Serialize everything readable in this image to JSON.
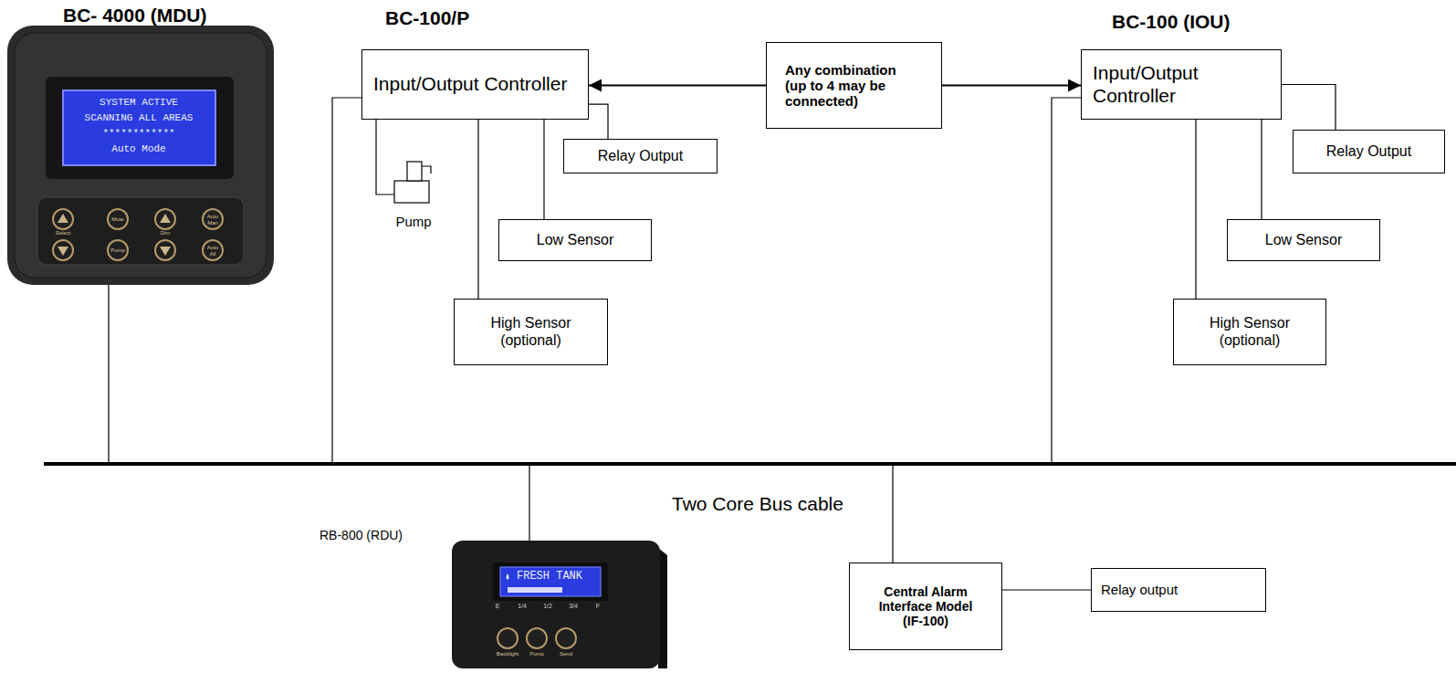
{
  "diagram": {
    "nodes": [
      {
        "text": [
          "Input/Output Controller"
        ]
      },
      {
        "text": [
          "Relay Output"
        ]
      },
      {
        "text": [
          "Low Sensor"
        ]
      },
      {
        "text": [
          "High Sensor (optional)"
        ]
      },
      {
        "text": [
          "Any combination (up to 4 may be connected)"
        ]
      },
      {
        "text": [
          "Input/Output Controller"
        ]
      },
      {
        "text": [
          "Relay Output"
        ]
      },
      {
        "text": [
          "Low Sensor"
        ]
      },
      {
        "text": [
          "High Sensor (optional)"
        ]
      },
      {
        "text": [
          "Central Alarm Interface Model (IF-100)"
        ]
      },
      {
        "text": [
          "Relay output"
        ]
      }
    ],
    "edges": [
      {
        "from": 0,
        "to": 1,
        "arrow": "none"
      },
      {
        "from": 0,
        "to": 2,
        "arrow": "none"
      },
      {
        "from": 0,
        "to": 3,
        "arrow": "none"
      },
      {
        "from": 4,
        "to": 0,
        "arrow": "to"
      },
      {
        "from": 4,
        "to": 5,
        "arrow": "to"
      },
      {
        "from": 5,
        "to": 6,
        "arrow": "none"
      },
      {
        "from": 5,
        "to": 7,
        "arrow": "none"
      },
      {
        "from": 5,
        "to": 8,
        "arrow": "none"
      },
      {
        "from": 9,
        "to": 10,
        "arrow": "none"
      }
    ],
    "labels": [
      "BC- 4000 (MDU)",
      "BC-100/P",
      "BC-100 (IOU)",
      "SYSTEM ACTIVE",
      "SCANNING ALL AREAS",
      "************",
      "Auto Mode",
      "Select",
      "Mute",
      "Dim",
      "Auto Man",
      "Pump",
      "Auto All",
      "Pump",
      "Two Core Bus cable",
      "RB-800 (RDU)",
      "FRESH TANK",
      "E",
      "1/4",
      "1/2",
      "3/4",
      "F",
      "Backlight",
      "Pump",
      "Send"
    ]
  }
}
